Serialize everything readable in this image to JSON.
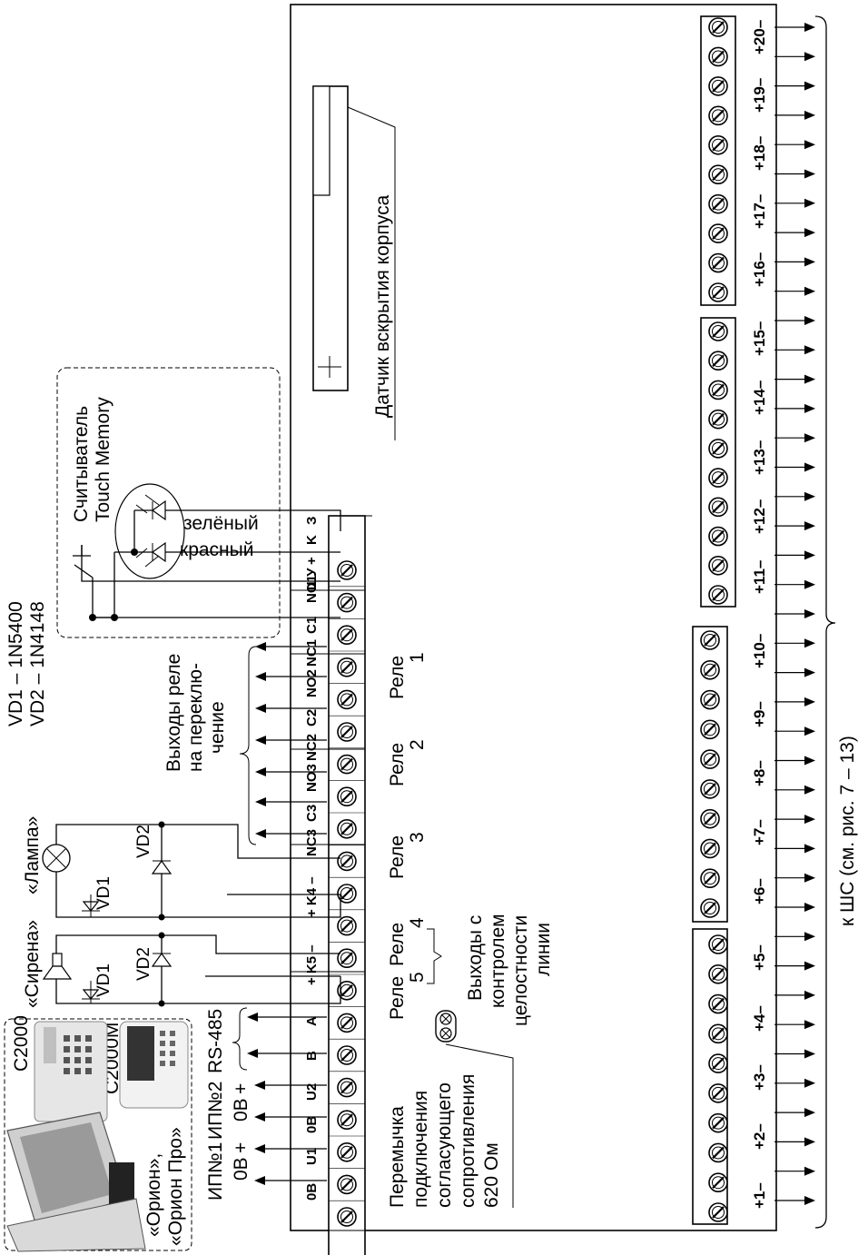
{
  "diagram": {
    "housing_sensor": "Датчик вскрытия корпуса",
    "zones_bus_label": "к ШС (см. рис. 7 – 13)",
    "diodes": {
      "vd1": "VD1 – 1N5400",
      "vd2": "VD2 – 1N4148"
    },
    "reader": {
      "line1": "Считыватель",
      "line2": "Touch Memory",
      "green": "зелёный",
      "red": "красный"
    },
    "relay_outputs": {
      "line1": "Выходы реле",
      "line2": "на переклю-",
      "line3": "чение"
    },
    "relays": [
      {
        "line1": "Реле",
        "line2": "1"
      },
      {
        "line1": "Реле",
        "line2": "2"
      },
      {
        "line1": "Реле",
        "line2": "3"
      },
      {
        "line1": "Реле",
        "line2": "4"
      },
      {
        "line1": "Реле",
        "line2": "5"
      }
    ],
    "controlled_outputs": {
      "line1": "Выходы с",
      "line2": "контролем",
      "line3": "целостности",
      "line4": "линии"
    },
    "jumper": {
      "line1": "Перемычка",
      "line2": "подключения",
      "line3": "согласующего",
      "line4": "сопротивления",
      "line5": "620 Ом"
    },
    "siren": "«Сирена»",
    "lamp": "«Лампа»",
    "vd1_tag": "VD1",
    "vd2_tag": "VD2",
    "power_labels": {
      "ip1": "ИП№1",
      "ip2": "ИП№2",
      "rs485": "RS-485",
      "zero_v": "0В",
      "plus": "+"
    },
    "devices": {
      "c2000": "С2000",
      "c2000m": "С2000М",
      "orion1": "«Орион»,",
      "orion2": "«Орион Про»"
    },
    "main_terminals": [
      "0В",
      "U1",
      "0В",
      "U2",
      "B",
      "A",
      "+ K5 –",
      "+ K4 –",
      "NC3",
      "C3",
      "NO3",
      "NC2",
      "C2",
      "NO2",
      "NC1",
      "C1",
      "NO1",
      "ШУ",
      "+",
      "K",
      "З"
    ],
    "zone_labels": [
      "+1–",
      "+2–",
      "+3–",
      "+4–",
      "+5–",
      "+6–",
      "+7–",
      "+8–",
      "+9–",
      "+10–",
      "+11–",
      "+12–",
      "+13–",
      "+14–",
      "+15–",
      "+16–",
      "+17–",
      "+18–",
      "+19–",
      "+20–"
    ]
  }
}
